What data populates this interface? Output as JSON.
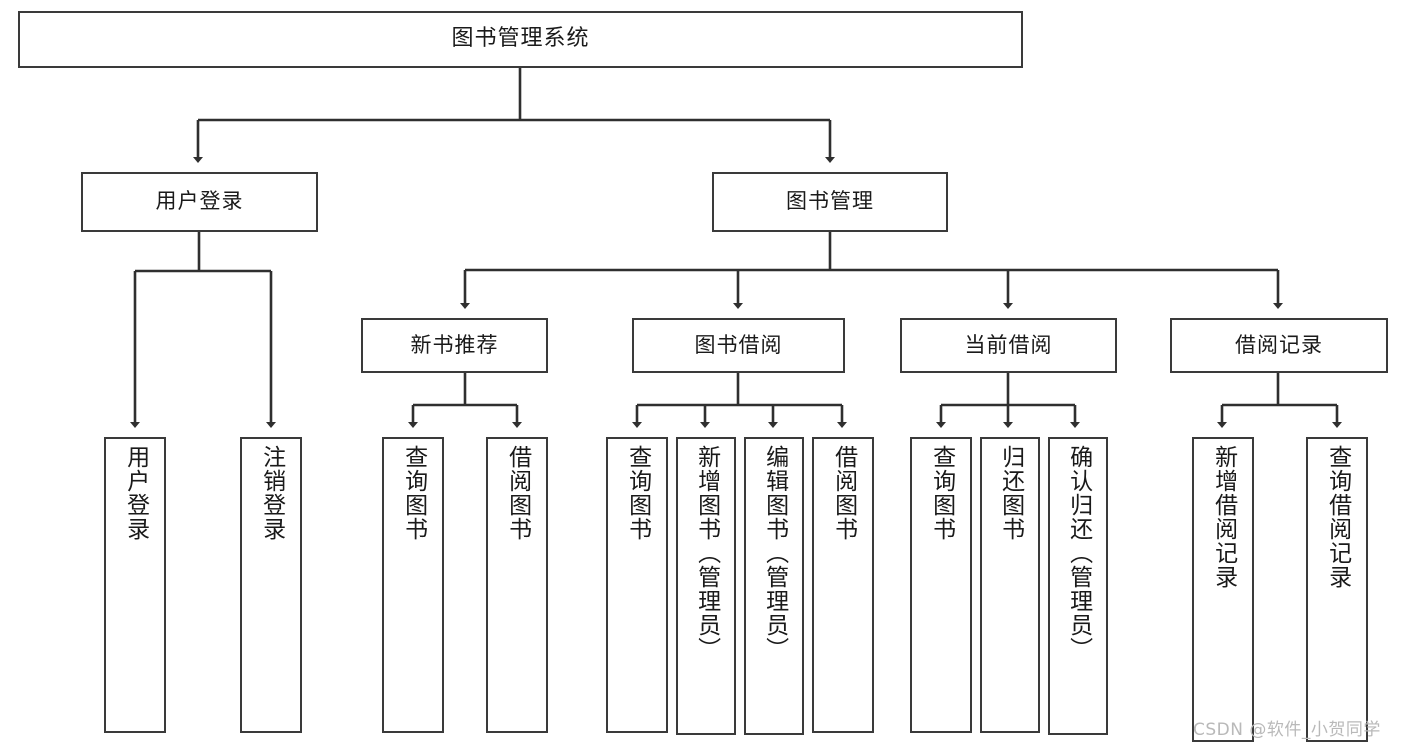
{
  "diagram": {
    "type": "tree-hierarchy",
    "title": "图书管理系统",
    "root": {
      "id": "root",
      "label": "图书管理系统"
    },
    "level1": [
      {
        "id": "user-login",
        "label": "用户登录"
      },
      {
        "id": "book-manage",
        "label": "图书管理"
      }
    ],
    "level2": [
      {
        "id": "new-book-recommend",
        "label": "新书推荐",
        "parent": "book-manage"
      },
      {
        "id": "book-borrow",
        "label": "图书借阅",
        "parent": "book-manage"
      },
      {
        "id": "current-borrow",
        "label": "当前借阅",
        "parent": "book-manage"
      },
      {
        "id": "borrow-record",
        "label": "借阅记录",
        "parent": "book-manage"
      }
    ],
    "leaves": [
      {
        "id": "leaf-user-login",
        "label": "用户登录",
        "parent": "user-login"
      },
      {
        "id": "leaf-user-logout",
        "label": "注销登录",
        "parent": "user-login"
      },
      {
        "id": "leaf-query-book-1",
        "label": "查询图书",
        "parent": "new-book-recommend"
      },
      {
        "id": "leaf-borrow-book-1",
        "label": "借阅图书",
        "parent": "new-book-recommend"
      },
      {
        "id": "leaf-query-book-2",
        "label": "查询图书",
        "parent": "book-borrow"
      },
      {
        "id": "leaf-add-book",
        "label": "新增图书（管理员）",
        "parent": "book-borrow"
      },
      {
        "id": "leaf-edit-book",
        "label": "编辑图书（管理员）",
        "parent": "book-borrow"
      },
      {
        "id": "leaf-borrow-book-2",
        "label": "借阅图书",
        "parent": "book-borrow"
      },
      {
        "id": "leaf-query-book-3",
        "label": "查询图书",
        "parent": "current-borrow"
      },
      {
        "id": "leaf-return-book",
        "label": "归还图书",
        "parent": "current-borrow"
      },
      {
        "id": "leaf-confirm-return",
        "label": "确认归还（管理员）",
        "parent": "current-borrow"
      },
      {
        "id": "leaf-add-record",
        "label": "新增借阅记录",
        "parent": "borrow-record"
      },
      {
        "id": "leaf-query-record",
        "label": "查询借阅记录",
        "parent": "borrow-record"
      }
    ],
    "watermark": "CSDN @软件_小贺同学",
    "colors": {
      "border": "#3a3a3a",
      "text": "#1a1a1a",
      "background": "#ffffff",
      "watermark": "#b9b9b9"
    }
  }
}
